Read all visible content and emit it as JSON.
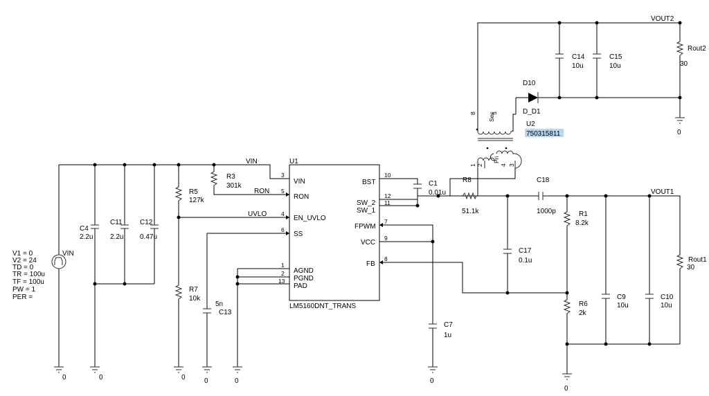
{
  "source": {
    "ref": "VIN",
    "params": [
      "V1 = 0",
      "V2 = 24",
      "TD = 0",
      "TR = 100u",
      "TF = 100u",
      "PW = 1",
      "PER ="
    ]
  },
  "ic": {
    "ref": "U1",
    "part": "LM5160DNT_TRANS",
    "pins": {
      "vin": {
        "num": "3",
        "name": "VIN"
      },
      "ron": {
        "num": "5",
        "name": "RON"
      },
      "en_uvlo": {
        "num": "4",
        "name": "EN_UVLO"
      },
      "ss": {
        "num": "6",
        "name": "SS"
      },
      "agnd": {
        "num": "1",
        "name": "AGND"
      },
      "pgnd": {
        "num": "2",
        "name": "PGND"
      },
      "pad": {
        "num": "13",
        "name": "PAD"
      },
      "bst": {
        "num": "10",
        "name": "BST"
      },
      "sw2": {
        "num": "12",
        "name": "SW_2"
      },
      "sw1": {
        "num": "11",
        "name": "SW_1"
      },
      "fpwm": {
        "num": "7",
        "name": "FPWM"
      },
      "vcc": {
        "num": "9",
        "name": "VCC"
      },
      "fb": {
        "num": "8",
        "name": "FB"
      }
    }
  },
  "transformer": {
    "ref": "U2",
    "part": "750315811",
    "sec_label": "Sec",
    "pri_label": "Pri",
    "pins": {
      "p8": "8",
      "p5": "5",
      "p1": "1",
      "p2": "2",
      "p4": "4",
      "p3": "3"
    }
  },
  "diode": {
    "ref": "D10",
    "model": "D_D1"
  },
  "nets": {
    "vin": "VIN",
    "ron": "RON",
    "uvlo": "UVLO",
    "vout1": "VOUT1",
    "vout2": "VOUT2"
  },
  "components": {
    "c4": {
      "ref": "C4",
      "value": "2.2u"
    },
    "c11": {
      "ref": "C11",
      "value": "2.2u"
    },
    "c12": {
      "ref": "C12",
      "value": "0.47u"
    },
    "r5": {
      "ref": "R5",
      "value": "127k"
    },
    "r7": {
      "ref": "R7",
      "value": "10k"
    },
    "r3": {
      "ref": "R3",
      "value": "301k"
    },
    "c13": {
      "ref": "C13",
      "value": "5n"
    },
    "c1": {
      "ref": "C1",
      "value": "0.01u"
    },
    "r8": {
      "ref": "R8",
      "value": "51.1k"
    },
    "c18": {
      "ref": "C18",
      "value": "1000p"
    },
    "c17": {
      "ref": "C17",
      "value": "0.1u"
    },
    "c7": {
      "ref": "C7",
      "value": "1u"
    },
    "r1": {
      "ref": "R1",
      "value": "8.2k"
    },
    "r6": {
      "ref": "R6",
      "value": "2k"
    },
    "c9": {
      "ref": "C9",
      "value": "10u"
    },
    "c10": {
      "ref": "C10",
      "value": "10u"
    },
    "rout1": {
      "ref": "Rout1",
      "value": "30"
    },
    "c14": {
      "ref": "C14",
      "value": "10u"
    },
    "c15": {
      "ref": "C15",
      "value": "10u"
    },
    "rout2": {
      "ref": "Rout2",
      "value": "30"
    }
  },
  "ground_label": "0",
  "colors": {
    "wire": "#000000",
    "highlight": "#b8d7f0"
  }
}
